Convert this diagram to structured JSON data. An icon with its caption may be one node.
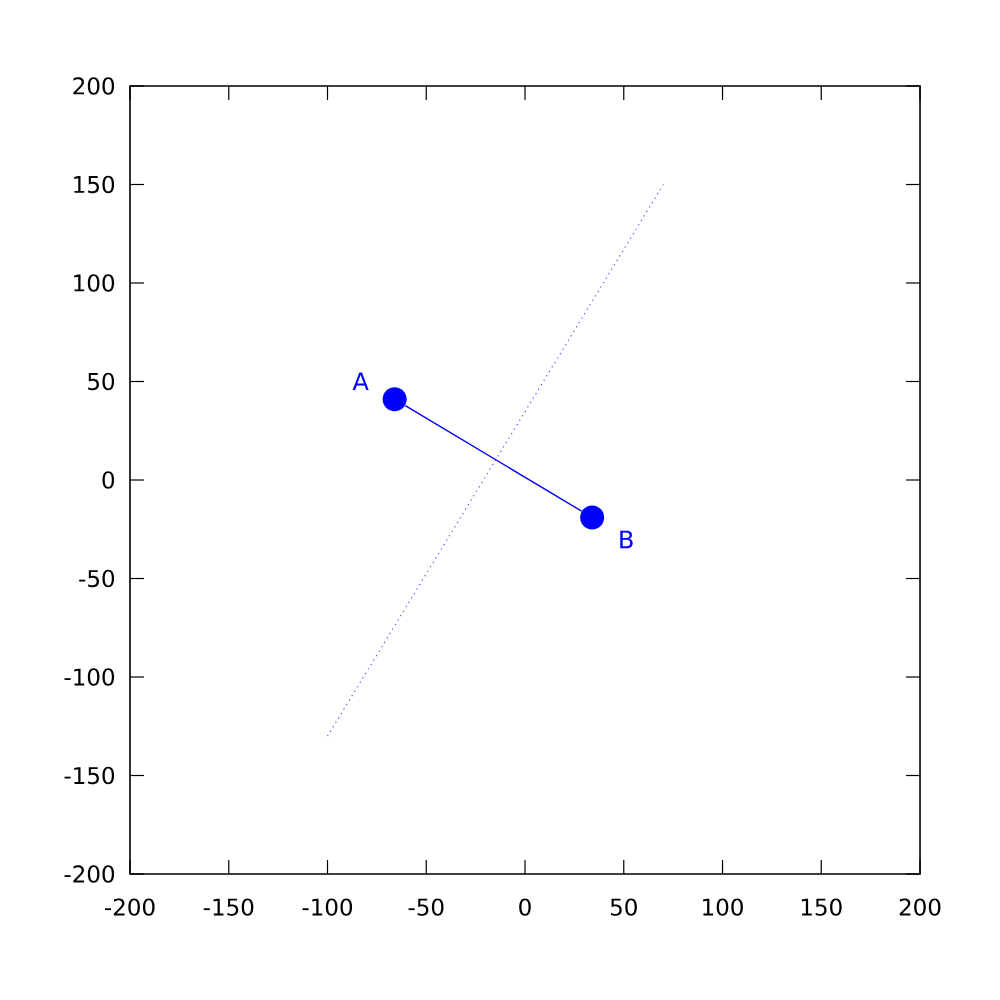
{
  "diagram": {
    "nodes": [
      {
        "text": [],
        "shape": "circle",
        "beside": [
          "A"
        ]
      },
      {
        "text": [],
        "shape": "circle",
        "beside": [
          "B"
        ]
      }
    ],
    "edges": [
      {
        "from": 0,
        "to": 1,
        "arrow": "none",
        "color": "#0000ff"
      }
    ],
    "labels": [
      "200",
      "150",
      "100",
      "50",
      "0",
      "-50",
      "-100",
      "-150",
      "-200",
      "-200",
      "-150",
      "-100",
      "-50",
      "0",
      "50",
      "100",
      "150",
      "200"
    ]
  }
}
